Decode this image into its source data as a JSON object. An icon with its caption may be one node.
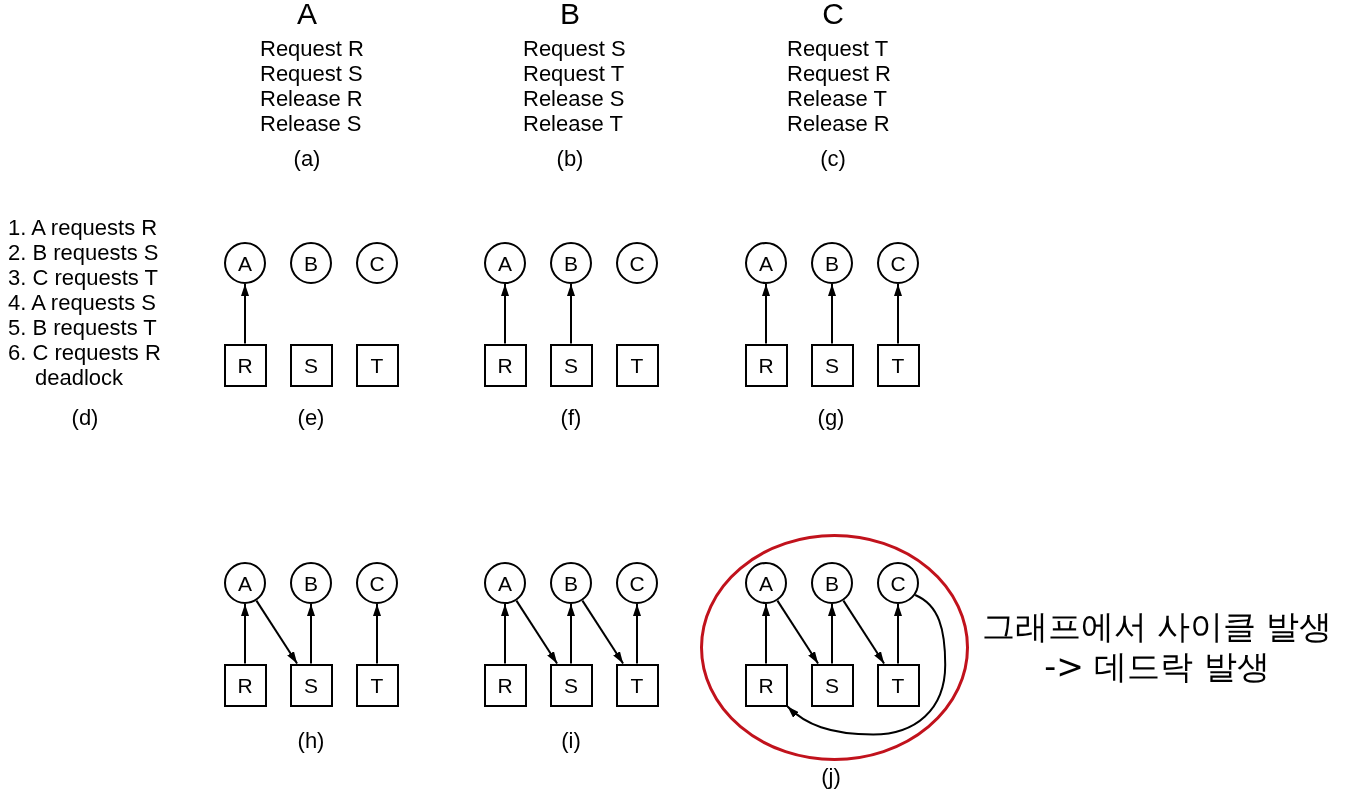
{
  "diagram": {
    "nodes": [
      {
        "text": [
          "A"
        ]
      },
      {
        "text": [
          "B"
        ]
      },
      {
        "text": [
          "C"
        ]
      },
      {
        "text": [
          "R"
        ]
      },
      {
        "text": [
          "S"
        ]
      },
      {
        "text": [
          "T"
        ]
      },
      {
        "text": [
          "A"
        ]
      },
      {
        "text": [
          "B"
        ]
      },
      {
        "text": [
          "C"
        ]
      },
      {
        "text": [
          "R"
        ]
      },
      {
        "text": [
          "S"
        ]
      },
      {
        "text": [
          "T"
        ]
      },
      {
        "text": [
          "A"
        ]
      },
      {
        "text": [
          "B"
        ]
      },
      {
        "text": [
          "C"
        ]
      },
      {
        "text": [
          "R"
        ]
      },
      {
        "text": [
          "S"
        ]
      },
      {
        "text": [
          "T"
        ]
      },
      {
        "text": [
          "A"
        ]
      },
      {
        "text": [
          "B"
        ]
      },
      {
        "text": [
          "C"
        ]
      },
      {
        "text": [
          "R"
        ]
      },
      {
        "text": [
          "S"
        ]
      },
      {
        "text": [
          "T"
        ]
      },
      {
        "text": [
          "A"
        ]
      },
      {
        "text": [
          "B"
        ]
      },
      {
        "text": [
          "C"
        ]
      },
      {
        "text": [
          "R"
        ]
      },
      {
        "text": [
          "S"
        ]
      },
      {
        "text": [
          "T"
        ]
      },
      {
        "text": [],
        "shape": "ellipse",
        "beside": [
          "그래프에서 사이클 발생 -> 데드락 발생"
        ]
      },
      {
        "text": [
          "A"
        ],
        "in": 30
      },
      {
        "text": [
          "B"
        ],
        "in": 30
      },
      {
        "text": [
          "C"
        ],
        "in": 30
      },
      {
        "text": [
          "R"
        ],
        "in": 30
      },
      {
        "text": [
          "S"
        ],
        "in": 30
      },
      {
        "text": [
          "T"
        ],
        "in": 30
      }
    ],
    "edges": [
      {
        "from": 3,
        "to": 0,
        "arrow": "to"
      },
      {
        "from": 9,
        "to": 6,
        "arrow": "to"
      },
      {
        "from": 10,
        "to": 7,
        "arrow": "to"
      },
      {
        "from": 15,
        "to": 12,
        "arrow": "to"
      },
      {
        "from": 16,
        "to": 13,
        "arrow": "to"
      },
      {
        "from": 17,
        "to": 14,
        "arrow": "to"
      },
      {
        "from": 21,
        "to": 18,
        "arrow": "to"
      },
      {
        "from": 18,
        "to": 22,
        "arrow": "to"
      },
      {
        "from": 22,
        "to": 19,
        "arrow": "to"
      },
      {
        "from": 23,
        "to": 20,
        "arrow": "to"
      },
      {
        "from": 27,
        "to": 24,
        "arrow": "to"
      },
      {
        "from": 24,
        "to": 28,
        "arrow": "to"
      },
      {
        "from": 28,
        "to": 25,
        "arrow": "to"
      },
      {
        "from": 25,
        "to": 29,
        "arrow": "to"
      },
      {
        "from": 29,
        "to": 26,
        "arrow": "to"
      },
      {
        "from": 34,
        "to": 31,
        "arrow": "to"
      },
      {
        "from": 31,
        "to": 35,
        "arrow": "to"
      },
      {
        "from": 35,
        "to": 32,
        "arrow": "to"
      },
      {
        "from": 32,
        "to": 36,
        "arrow": "to"
      },
      {
        "from": 36,
        "to": 33,
        "arrow": "to"
      },
      {
        "from": 33,
        "to": 34,
        "arrow": "to"
      }
    ],
    "labels": [
      "A",
      "B",
      "C",
      "Request R",
      "Request S",
      "Release R",
      "Release S",
      "Request S",
      "Request T",
      "Release S",
      "Release T",
      "Request T",
      "Request R",
      "Release T",
      "Release R",
      "(a)",
      "(b)",
      "(c)",
      "1. A requests R",
      "2. B requests S",
      "3. C requests T",
      "4. A requests S",
      "5. B requests T",
      "6. C requests R",
      "deadlock",
      "(d)",
      "(e)",
      "(f)",
      "(g)",
      "(h)",
      "(i)",
      "(j)"
    ]
  }
}
